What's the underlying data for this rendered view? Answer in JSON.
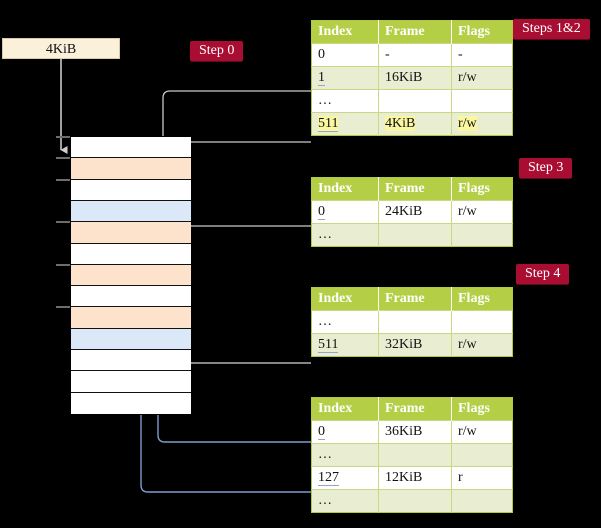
{
  "background_color": "#000000",
  "accent": {
    "badge_bg": "#a90d32",
    "badge_fg": "#ffffff",
    "table_header_bg": "#b4cf45",
    "table_alt_row_bg": "#e9eed3",
    "highlight": "#fbf7a0",
    "frame_orange": "#fde2cc",
    "frame_blue": "#dbe8f7",
    "offset_box_bg": "#fbf0d9"
  },
  "offset_box": {
    "label": "4KiB"
  },
  "badges": [
    {
      "id": "steps-1-2",
      "label": "Steps 1&2"
    },
    {
      "id": "step-0",
      "label": "Step 0"
    },
    {
      "id": "step-3",
      "label": "Step 3"
    },
    {
      "id": "step-4",
      "label": "Step 4"
    }
  ],
  "memory_column": {
    "cell_count": 13,
    "cells": [
      {
        "index": 0,
        "fill": "white",
        "tick": true
      },
      {
        "index": 1,
        "fill": "orange",
        "tick": true
      },
      {
        "index": 2,
        "fill": "white",
        "tick": true
      },
      {
        "index": 3,
        "fill": "blue",
        "tick": false
      },
      {
        "index": 4,
        "fill": "orange",
        "tick": true
      },
      {
        "index": 5,
        "fill": "white",
        "tick": false
      },
      {
        "index": 6,
        "fill": "orange",
        "tick": true
      },
      {
        "index": 7,
        "fill": "white",
        "tick": false
      },
      {
        "index": 8,
        "fill": "orange",
        "tick": true
      },
      {
        "index": 9,
        "fill": "blue",
        "tick": false
      },
      {
        "index": 10,
        "fill": "white",
        "tick": false
      },
      {
        "index": 11,
        "fill": "white",
        "tick": false
      },
      {
        "index": 12,
        "fill": "white",
        "tick": false
      }
    ]
  },
  "tables": [
    {
      "id": "pml4",
      "headers": [
        "Index",
        "Frame",
        "Flags"
      ],
      "rows": [
        {
          "cells": [
            "0",
            "-",
            "-"
          ],
          "alt": false,
          "highlight": false,
          "link_index": false
        },
        {
          "cells": [
            "1",
            "16KiB",
            "r/w"
          ],
          "alt": true,
          "highlight": false,
          "link_index": true
        },
        {
          "cells": [
            "…",
            "",
            ""
          ],
          "alt": false,
          "highlight": false,
          "link_index": false
        },
        {
          "cells": [
            "511",
            "4KiB",
            "r/w"
          ],
          "alt": true,
          "highlight": true,
          "link_index": true
        }
      ]
    },
    {
      "id": "pdpt",
      "headers": [
        "Index",
        "Frame",
        "Flags"
      ],
      "rows": [
        {
          "cells": [
            "0",
            "24KiB",
            "r/w"
          ],
          "alt": false,
          "highlight": false,
          "link_index": true
        },
        {
          "cells": [
            "…",
            "",
            ""
          ],
          "alt": true,
          "highlight": false,
          "link_index": false
        }
      ]
    },
    {
      "id": "pd",
      "headers": [
        "Index",
        "Frame",
        "Flags"
      ],
      "rows": [
        {
          "cells": [
            "…",
            "",
            ""
          ],
          "alt": false,
          "highlight": false,
          "link_index": false
        },
        {
          "cells": [
            "511",
            "32KiB",
            "r/w"
          ],
          "alt": true,
          "highlight": false,
          "link_index": true
        }
      ]
    },
    {
      "id": "pt",
      "headers": [
        "Index",
        "Frame",
        "Flags"
      ],
      "rows": [
        {
          "cells": [
            "0",
            "36KiB",
            "r/w"
          ],
          "alt": false,
          "highlight": false,
          "link_index": true
        },
        {
          "cells": [
            "…",
            "",
            ""
          ],
          "alt": true,
          "highlight": false,
          "link_index": false
        },
        {
          "cells": [
            "127",
            "12KiB",
            "r"
          ],
          "alt": false,
          "highlight": false,
          "link_index": true
        },
        {
          "cells": [
            "…",
            "",
            ""
          ],
          "alt": true,
          "highlight": false,
          "link_index": false
        }
      ]
    }
  ],
  "connectors": {
    "gray_color": "#c9c9c9",
    "blue_color": "#7b9dd0",
    "description": "arrows from page-table rows into physical memory frames and back"
  }
}
